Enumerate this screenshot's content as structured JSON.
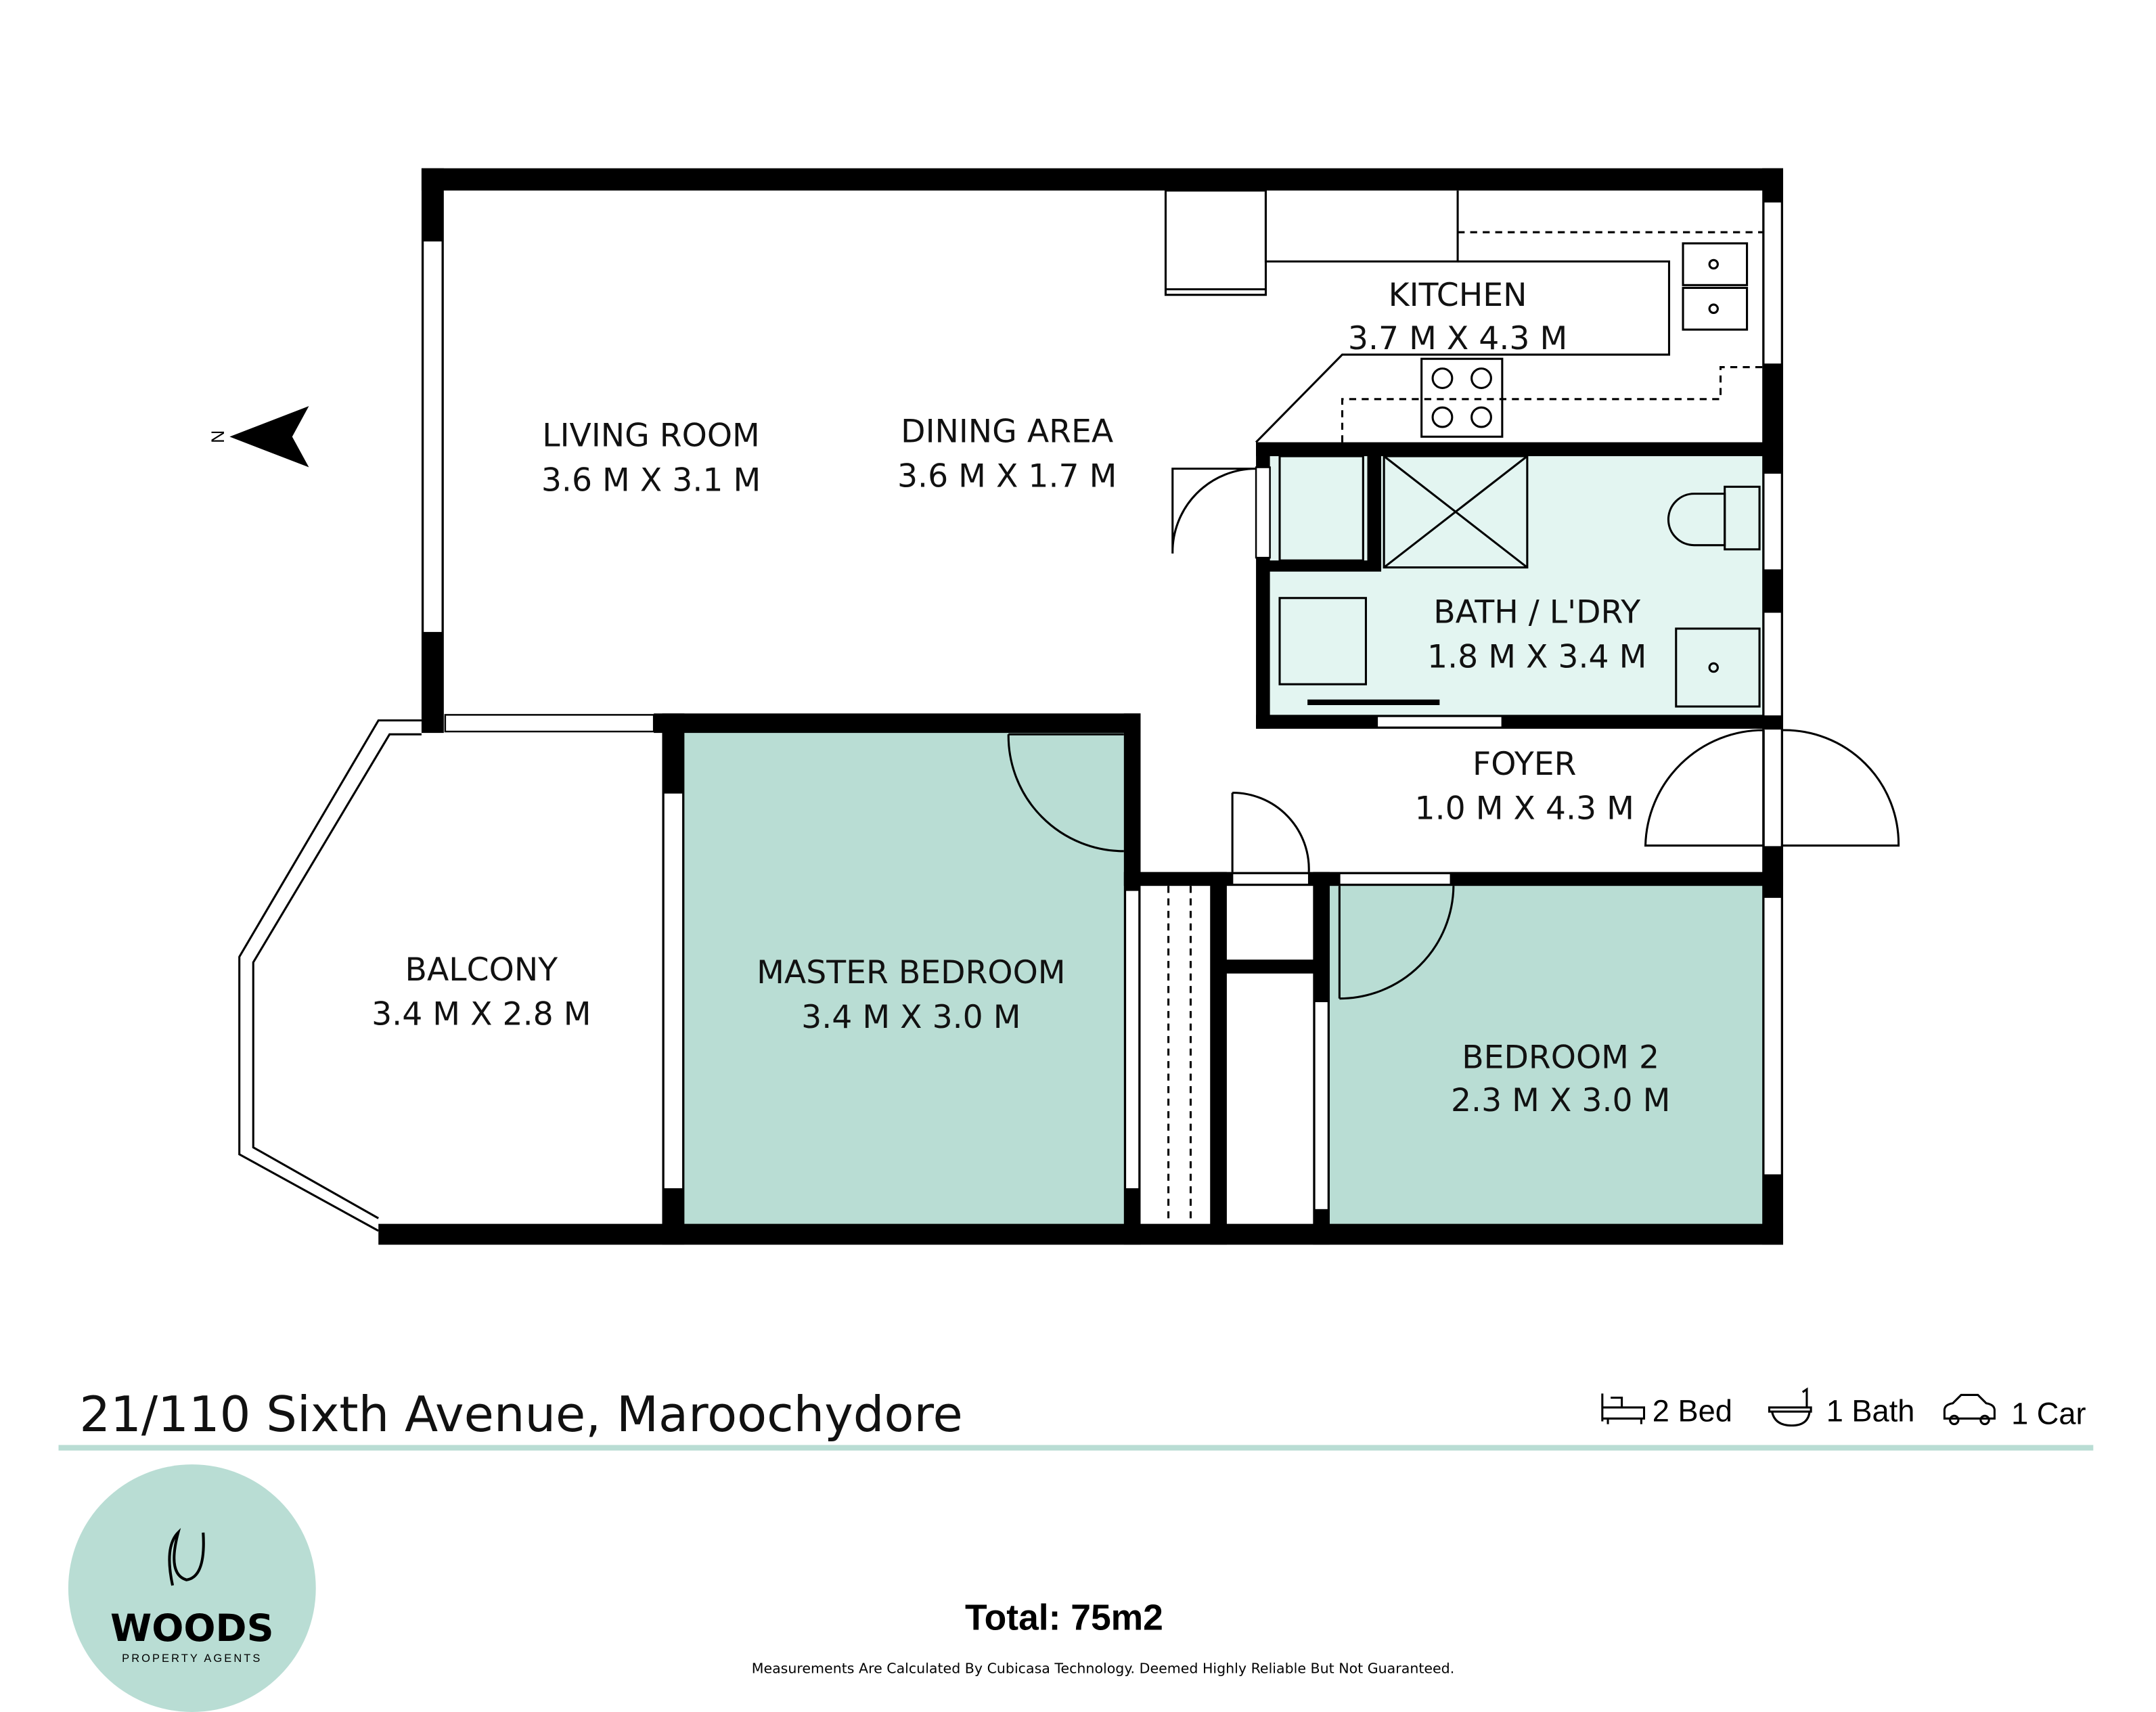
{
  "rooms": [
    {
      "name": "LIVING ROOM",
      "size": "3.6 M X 3.1 M"
    },
    {
      "name": "DINING AREA",
      "size": "3.6 M X 1.7 M"
    },
    {
      "name": "KITCHEN",
      "size": "3.7 M X 4.3 M"
    },
    {
      "name": "BATH / L'DRY",
      "size": "1.8 M X 3.4 M"
    },
    {
      "name": "FOYER",
      "size": "1.0 M X 4.3 M"
    },
    {
      "name": "BALCONY",
      "size": "3.4 M X 2.8 M"
    },
    {
      "name": "MASTER BEDROOM",
      "size": "3.4 M X 3.0 M"
    },
    {
      "name": "BEDROOM 2",
      "size": "2.3 M X 3.0 M"
    }
  ],
  "compass": {
    "label": "N"
  },
  "footer": {
    "address": "21/110 Sixth Avenue, Maroochydore",
    "features": [
      {
        "icon": "bed-icon",
        "label": "2 Bed"
      },
      {
        "icon": "bath-icon",
        "label": "1 Bath"
      },
      {
        "icon": "car-icon",
        "label": "1 Car"
      }
    ],
    "total": "Total: 75m2",
    "disclaimer": "Measurements Are Calculated By Cubicasa Technology. Deemed Highly Reliable But Not Guaranteed."
  },
  "logo": {
    "name": "WOODS",
    "tagline": "PROPERTY AGENTS"
  },
  "colors": {
    "bedroom": "#b9ddd4",
    "bath": "#e3f5f1",
    "accent": "#b9ddd4"
  }
}
